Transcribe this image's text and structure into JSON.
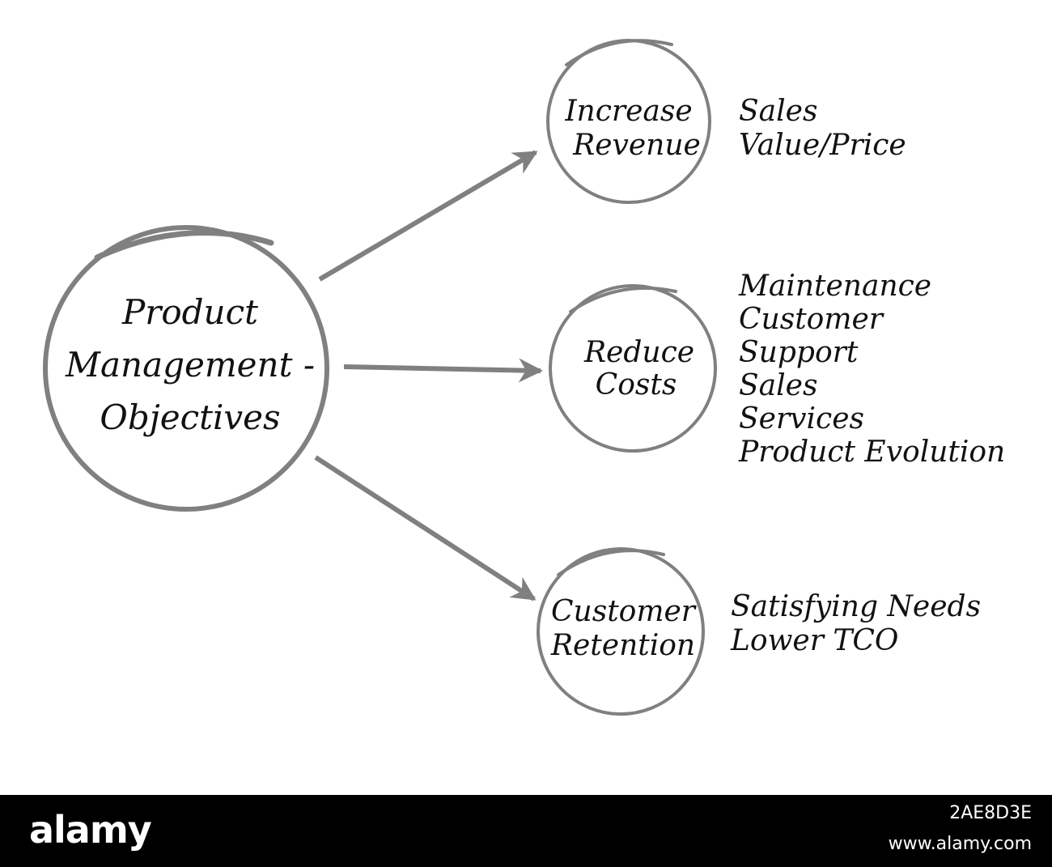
{
  "diagram": {
    "center": {
      "line1": "Product",
      "line2": "Management -",
      "line3": "Objectives"
    },
    "nodes": [
      {
        "line1": "Increase",
        "line2": "Revenue",
        "items": [
          "Sales",
          "Value/Price"
        ]
      },
      {
        "line1": "Reduce",
        "line2": "Costs",
        "items": [
          "Maintenance",
          "Customer",
          "Support",
          "Sales",
          "Services",
          "Product Evolution"
        ]
      },
      {
        "line1": "Customer",
        "line2": "Retention",
        "items": [
          "Satisfying Needs",
          "Lower TCO"
        ]
      }
    ]
  },
  "footer": {
    "logo": "alamy",
    "image_id": "2AE8D3E",
    "url": "www.alamy.com"
  },
  "colors": {
    "stroke": "#808080",
    "text": "#111111",
    "background": "#ffffff",
    "footer": "#000000"
  }
}
